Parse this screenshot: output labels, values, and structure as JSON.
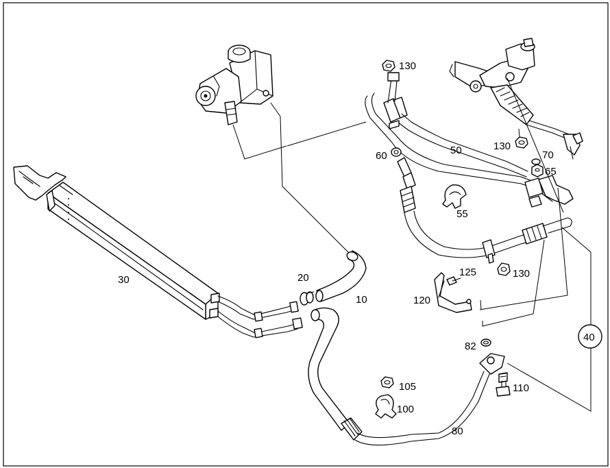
{
  "diagram": {
    "callouts": {
      "c10": "10",
      "c20": "20",
      "c30": "30",
      "c40": "40",
      "c50": "50",
      "c55": "55",
      "c60": "60",
      "c65": "65",
      "c70": "70",
      "c80": "80",
      "c82": "82",
      "c100": "100",
      "c105": "105",
      "c110": "110",
      "c120": "120",
      "c125": "125",
      "c130a": "130",
      "c130b": "130",
      "c130c": "130"
    }
  }
}
